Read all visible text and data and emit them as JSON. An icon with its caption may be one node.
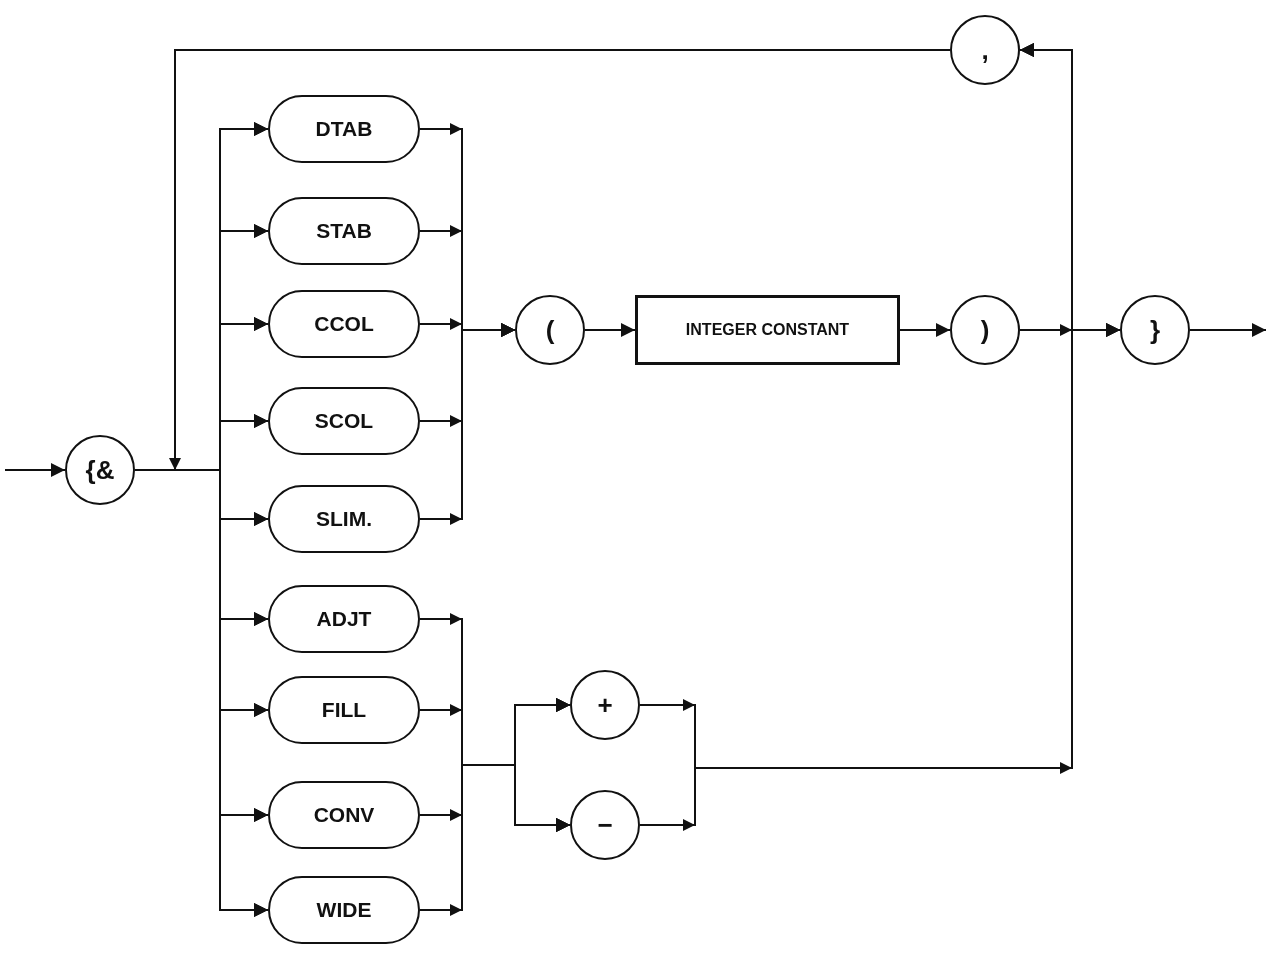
{
  "diagram": {
    "nodes": [
      {
        "text": [
          "{&"
        ]
      },
      {
        "text": [
          "DTAB"
        ]
      },
      {
        "text": [
          "STAB"
        ]
      },
      {
        "text": [
          "CCOL"
        ]
      },
      {
        "text": [
          "SCOL"
        ]
      },
      {
        "text": [
          "SLIM."
        ]
      },
      {
        "text": [
          "ADJT"
        ]
      },
      {
        "text": [
          "FILL"
        ]
      },
      {
        "text": [
          "CONV"
        ]
      },
      {
        "text": [
          "WIDE"
        ]
      },
      {
        "text": [
          "("
        ]
      },
      {
        "text": [
          "INTEGER CONSTANT"
        ]
      },
      {
        "text": [
          ")"
        ]
      },
      {
        "text": [
          "}"
        ]
      },
      {
        "text": [
          ","
        ]
      },
      {
        "text": [
          "+"
        ]
      },
      {
        "text": [
          "−"
        ]
      }
    ],
    "edges": [
      {
        "from": null,
        "to": 0,
        "arrow": "to"
      },
      {
        "from": 0,
        "to": 1,
        "arrow": "to"
      },
      {
        "from": 0,
        "to": 2,
        "arrow": "to"
      },
      {
        "from": 0,
        "to": 3,
        "arrow": "to"
      },
      {
        "from": 0,
        "to": 4,
        "arrow": "to"
      },
      {
        "from": 0,
        "to": 5,
        "arrow": "to"
      },
      {
        "from": 0,
        "to": 6,
        "arrow": "to"
      },
      {
        "from": 0,
        "to": 7,
        "arrow": "to"
      },
      {
        "from": 0,
        "to": 8,
        "arrow": "to"
      },
      {
        "from": 0,
        "to": 9,
        "arrow": "to"
      },
      {
        "from": 1,
        "to": 10,
        "arrow": "to"
      },
      {
        "from": 2,
        "to": 10,
        "arrow": "to"
      },
      {
        "from": 3,
        "to": 10,
        "arrow": "to"
      },
      {
        "from": 4,
        "to": 10,
        "arrow": "to"
      },
      {
        "from": 5,
        "to": 10,
        "arrow": "to"
      },
      {
        "from": 6,
        "to": 15,
        "arrow": "to"
      },
      {
        "from": 7,
        "to": 15,
        "arrow": "to"
      },
      {
        "from": 8,
        "to": 15,
        "arrow": "to"
      },
      {
        "from": 9,
        "to": 15,
        "arrow": "to"
      },
      {
        "from": 6,
        "to": 16,
        "arrow": "to"
      },
      {
        "from": 7,
        "to": 16,
        "arrow": "to"
      },
      {
        "from": 8,
        "to": 16,
        "arrow": "to"
      },
      {
        "from": 9,
        "to": 16,
        "arrow": "to"
      },
      {
        "from": 10,
        "to": 11,
        "arrow": "to"
      },
      {
        "from": 11,
        "to": 12,
        "arrow": "to"
      },
      {
        "from": 12,
        "to": 13,
        "arrow": "to"
      },
      {
        "from": 15,
        "to": 13,
        "arrow": "to"
      },
      {
        "from": 16,
        "to": 13,
        "arrow": "to"
      },
      {
        "from": 12,
        "to": 14,
        "arrow": "to"
      },
      {
        "from": 15,
        "to": 14,
        "arrow": "to"
      },
      {
        "from": 16,
        "to": 14,
        "arrow": "to"
      },
      {
        "from": 14,
        "to": 1,
        "arrow": "to"
      },
      {
        "from": 14,
        "to": 2,
        "arrow": "to"
      },
      {
        "from": 14,
        "to": 3,
        "arrow": "to"
      },
      {
        "from": 14,
        "to": 4,
        "arrow": "to"
      },
      {
        "from": 14,
        "to": 5,
        "arrow": "to"
      },
      {
        "from": 14,
        "to": 6,
        "arrow": "to"
      },
      {
        "from": 14,
        "to": 7,
        "arrow": "to"
      },
      {
        "from": 14,
        "to": 8,
        "arrow": "to"
      },
      {
        "from": 14,
        "to": 9,
        "arrow": "to"
      },
      {
        "from": 13,
        "to": null,
        "arrow": "to"
      }
    ]
  }
}
